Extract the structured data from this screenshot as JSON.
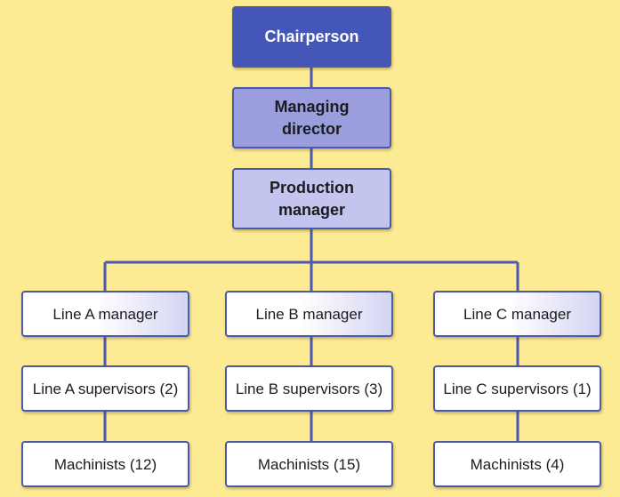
{
  "chart": {
    "chairperson": "Chairperson",
    "managing_director": [
      "Managing",
      "director"
    ],
    "production_manager": [
      "Production",
      "manager"
    ],
    "lines": [
      {
        "manager": "Line A manager",
        "supervisors": "Line A supervisors (2)",
        "machinists": "Machinists (12)"
      },
      {
        "manager": "Line B manager",
        "supervisors": "Line B supervisors (3)",
        "machinists": "Machinists (15)"
      },
      {
        "manager": "Line C manager",
        "supervisors": "Line C supervisors (1)",
        "machinists": "Machinists (4)"
      }
    ]
  },
  "colors": {
    "background": "#fdeb94",
    "chairperson_fill": "#4456b8",
    "managing_director_fill": "#9a9edc",
    "production_manager_fill": "#c3c5ee",
    "connector": "#4a58ad"
  }
}
